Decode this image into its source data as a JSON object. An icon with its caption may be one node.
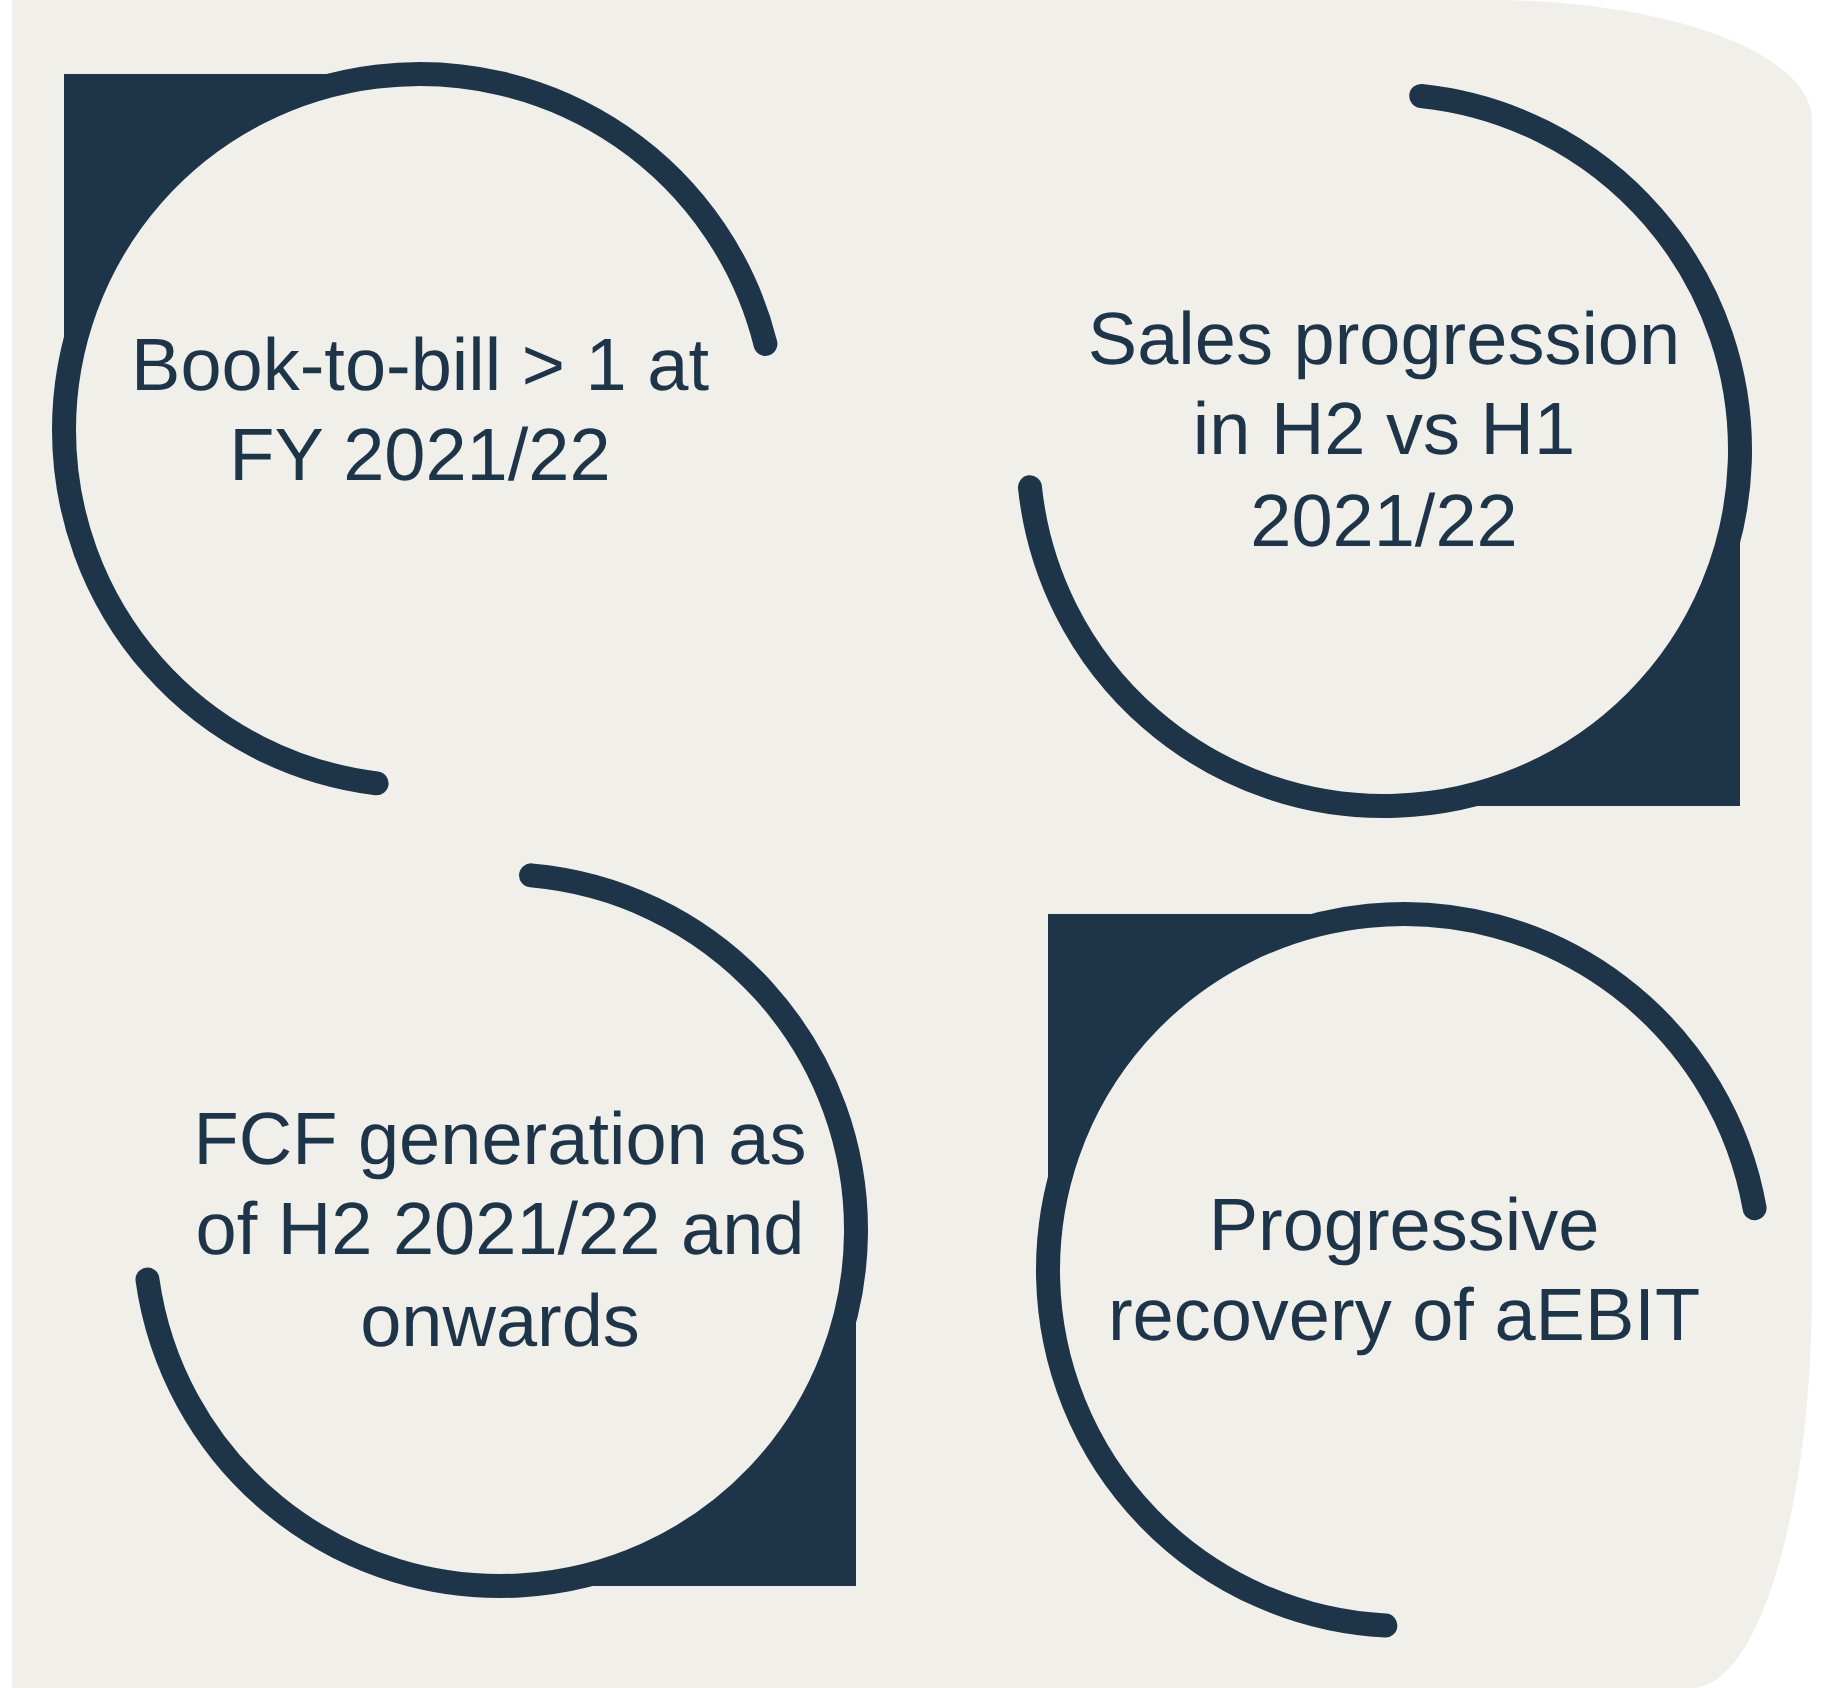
{
  "diagram": {
    "nodes": [
      {
        "text": [
          "Book-to-bill > 1 at FY 2021/22"
        ]
      },
      {
        "text": [
          "Sales progression in H2 vs H1 2021/22"
        ]
      },
      {
        "text": [
          "FCF generation as of H2 2021/22 and onwards"
        ]
      },
      {
        "text": [
          "Progressive recovery of aEBIT"
        ]
      }
    ]
  }
}
